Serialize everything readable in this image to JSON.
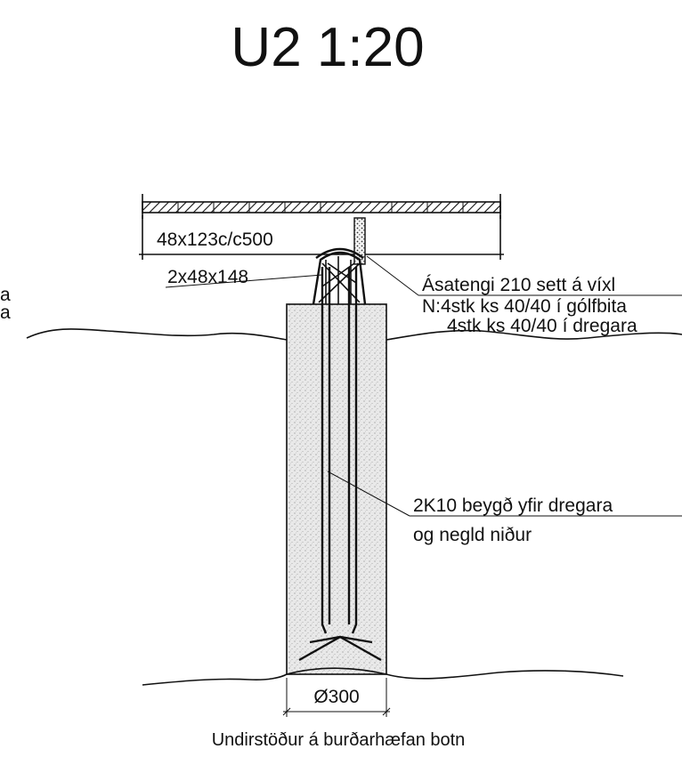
{
  "drawing": {
    "title": "U2 1:20",
    "beam_label": "48x123c/c500",
    "girder_label": "2x48x148",
    "connector": {
      "line1": "Ásatengi 210 sett á víxl",
      "line2": "N:4stk ks 40/40 í gólfbita",
      "line3": "4stk ks 40/40 í dregara"
    },
    "rebar": {
      "line1": "2K10 beygð yfir dregara",
      "line2": "og negld niður"
    },
    "diameter_label": "Ø300",
    "caption": "Undirstöður á burðarhæfan botn",
    "left_cut": {
      "line1": "a",
      "line2": "a"
    },
    "colors": {
      "ink": "#111111",
      "concrete": "#e6e6e6",
      "background": "#ffffff"
    }
  }
}
